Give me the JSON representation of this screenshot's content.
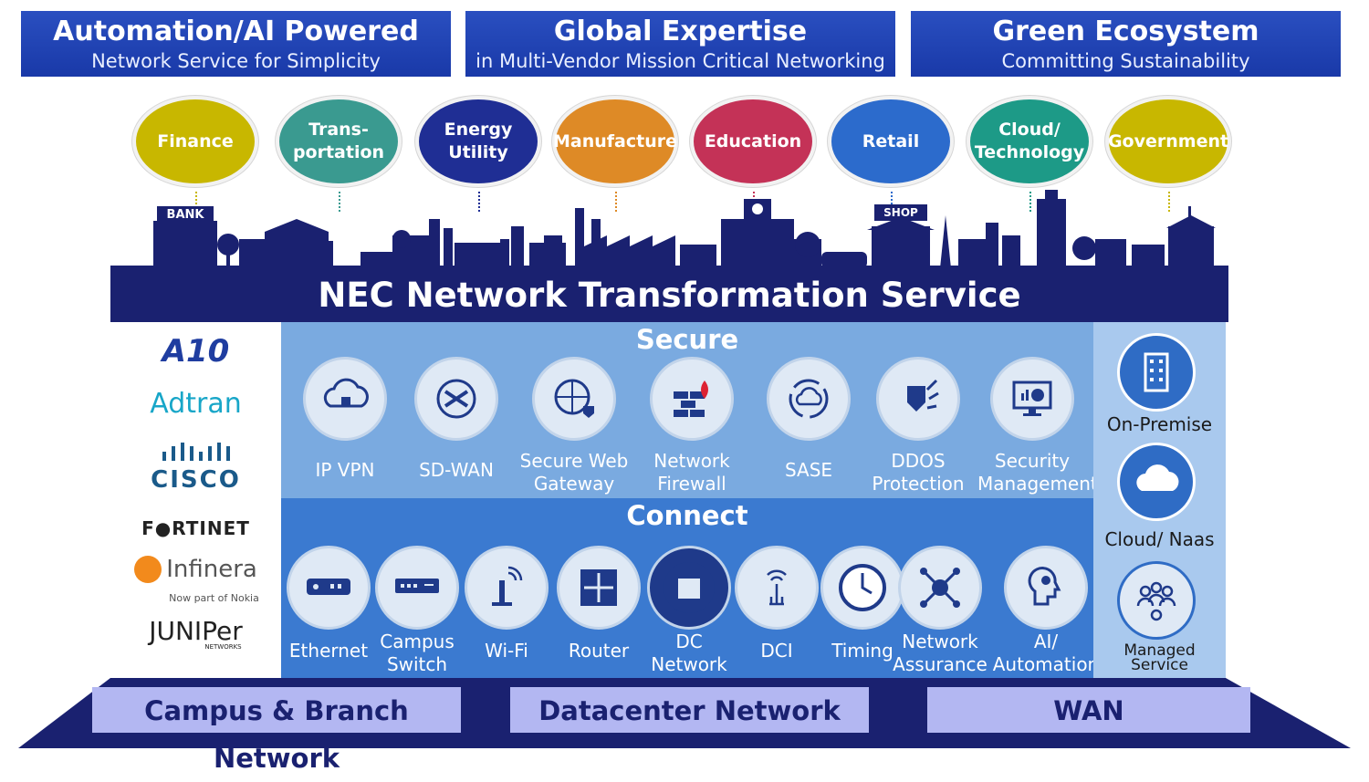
{
  "headers": [
    {
      "title": "Automation/AI Powered",
      "subtitle": "Network Service for Simplicity"
    },
    {
      "title": "Global Expertise",
      "subtitle": "in Multi-Vendor Mission Critical Networking"
    },
    {
      "title": "Green Ecosystem",
      "subtitle": "Committing Sustainability"
    }
  ],
  "industries": [
    {
      "line1": "Finance",
      "line2": "",
      "color": "#c8b700"
    },
    {
      "line1": "Trans-",
      "line2": "portation",
      "color": "#3a9a90"
    },
    {
      "line1": "Energy",
      "line2": "Utility",
      "color": "#1f2e94"
    },
    {
      "line1": "Manufacture",
      "line2": "",
      "color": "#de8a26"
    },
    {
      "line1": "Education",
      "line2": "",
      "color": "#c43257"
    },
    {
      "line1": "Retail",
      "line2": "",
      "color": "#2c6bcc"
    },
    {
      "line1": "Cloud/",
      "line2": "Technology",
      "color": "#1d9a87"
    },
    {
      "line1": "Government",
      "line2": "",
      "color": "#c8b700"
    }
  ],
  "skyline": {
    "bank_sign": "BANK",
    "shop_sign": "SHOP"
  },
  "banner": "NEC Network Transformation Service",
  "vendors": {
    "a10": "A10",
    "adtran": "Adtran",
    "cisco": "CISCO",
    "fortinet": "F●RTINET",
    "infinera": "Infinera",
    "infinera_sub": "Now part of Nokia",
    "juniper": "JUNIPer",
    "juniper_sub": "NETWORKS"
  },
  "secure": {
    "title": "Secure",
    "items": [
      {
        "line1": "IP VPN",
        "line2": "",
        "icon": "cloud-lock-icon"
      },
      {
        "line1": "SD-WAN",
        "line2": "",
        "icon": "sd-wan-icon"
      },
      {
        "line1": "Secure Web",
        "line2": "Gateway",
        "icon": "globe-shield-icon"
      },
      {
        "line1": "Network",
        "line2": "Firewall",
        "icon": "firewall-icon"
      },
      {
        "line1": "SASE",
        "line2": "",
        "icon": "cloud-cycle-icon"
      },
      {
        "line1": "DDOS",
        "line2": "Protection",
        "icon": "shield-attack-icon"
      },
      {
        "line1": "Security",
        "line2": "Management",
        "icon": "monitor-chart-icon"
      }
    ]
  },
  "connect": {
    "title": "Connect",
    "items": [
      {
        "line1": "Ethernet",
        "line2": "",
        "icon": "ethernet-device-icon"
      },
      {
        "line1": "Campus",
        "line2": "Switch",
        "icon": "switch-icon"
      },
      {
        "line1": "Wi-Fi",
        "line2": "",
        "icon": "wifi-icon"
      },
      {
        "line1": "Router",
        "line2": "",
        "icon": "router-icon"
      },
      {
        "line1": "DC",
        "line2": "Network",
        "icon": "datacenter-icon"
      },
      {
        "line1": "DCI",
        "line2": "",
        "icon": "dci-icon"
      },
      {
        "line1": "Timing",
        "line2": "",
        "icon": "clock-icon"
      },
      {
        "line1": "Network",
        "line2": "Assurance",
        "icon": "network-check-icon"
      },
      {
        "line1": "AI/",
        "line2": "Automation",
        "icon": "ai-head-icon"
      }
    ]
  },
  "deployment": [
    {
      "line1": "On-Premise",
      "line2": "",
      "icon": "building-icon"
    },
    {
      "line1": "Cloud/ Naas",
      "line2": "",
      "icon": "cloud-icon"
    },
    {
      "line1": "Managed",
      "line2": "Service",
      "icon": "team-gear-icon"
    }
  ],
  "bottom": [
    "Campus & Branch Network",
    "Datacenter Network",
    "WAN"
  ]
}
